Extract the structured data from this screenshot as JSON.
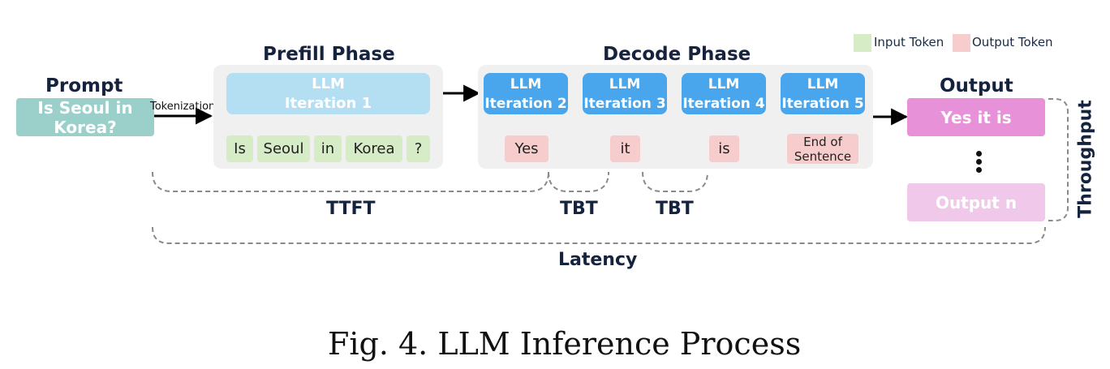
{
  "legend": {
    "input_token": "Input Token",
    "output_token": "Output Token",
    "input_color": "#d6ecc6",
    "output_color": "#f6cccc"
  },
  "prompt": {
    "title": "Prompt",
    "line1": "Is Seoul in",
    "line2": "Korea?"
  },
  "tokenization_label": "Tokenization",
  "prefill": {
    "title": "Prefill Phase",
    "llm_line1": "LLM",
    "llm_line2": "Iteration 1",
    "tokens": [
      "Is",
      "Seoul",
      "in",
      "Korea",
      "?"
    ]
  },
  "decode": {
    "title": "Decode Phase",
    "iterations": [
      {
        "line1": "LLM",
        "line2": "Iteration 2",
        "token": "Yes"
      },
      {
        "line1": "LLM",
        "line2": "Iteration 3",
        "token": "it"
      },
      {
        "line1": "LLM",
        "line2": "Iteration 4",
        "token": "is"
      },
      {
        "line1": "LLM",
        "line2": "Iteration 5",
        "token_line1": "End of",
        "token_line2": "Sentence"
      }
    ]
  },
  "output": {
    "title": "Output",
    "first": "Yes it is",
    "last": "Output n"
  },
  "metrics": {
    "ttft": "TTFT",
    "tbt1": "TBT",
    "tbt2": "TBT",
    "latency": "Latency",
    "throughput": "Throughput"
  },
  "caption": "Fig. 4.  LLM Inference Process"
}
